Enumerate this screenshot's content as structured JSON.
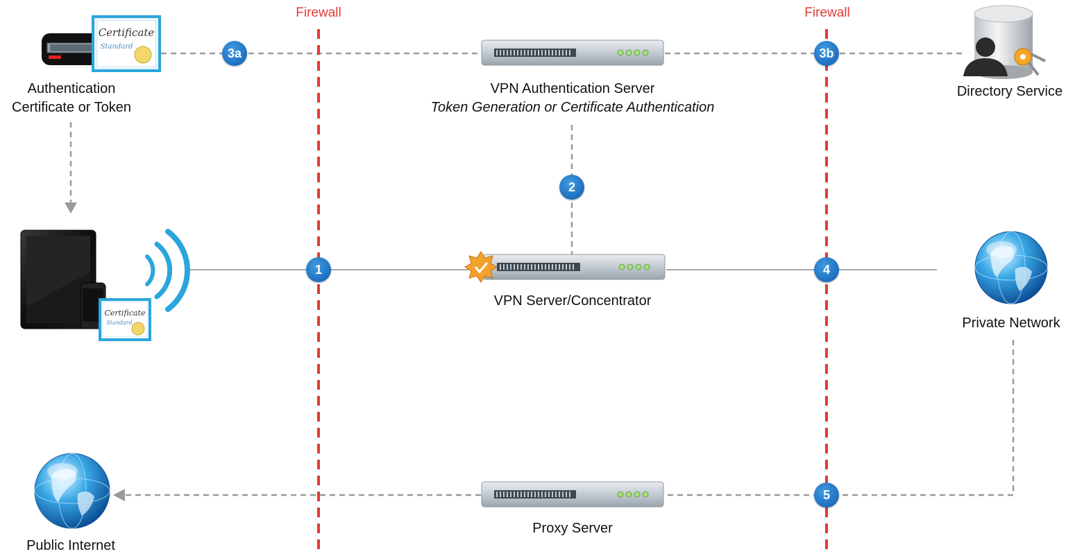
{
  "firewalls": [
    {
      "label": "Firewall"
    },
    {
      "label": "Firewall"
    }
  ],
  "steps": [
    "3a",
    "3b",
    "2",
    "1",
    "4",
    "5"
  ],
  "nodes": {
    "auth_token": {
      "line1": "Authentication",
      "line2": "Certificate or Token"
    },
    "vpn_auth_server": {
      "title": "VPN Authentication Server",
      "subtitle": "Token Generation or Certificate Authentication"
    },
    "directory_service": {
      "label": "Directory Service"
    },
    "vpn_concentrator": {
      "label": "VPN Server/Concentrator"
    },
    "private_network": {
      "label": "Private Network"
    },
    "proxy_server": {
      "label": "Proxy Server"
    },
    "public_internet": {
      "label": "Public Internet"
    }
  },
  "certificate": {
    "title": "Certificate",
    "subtitle": "Standard"
  },
  "colors": {
    "firewall": "#e23b33",
    "badge": "#1f6fbf",
    "link": "#9a9a9a",
    "wifi": "#2aa6dd"
  }
}
